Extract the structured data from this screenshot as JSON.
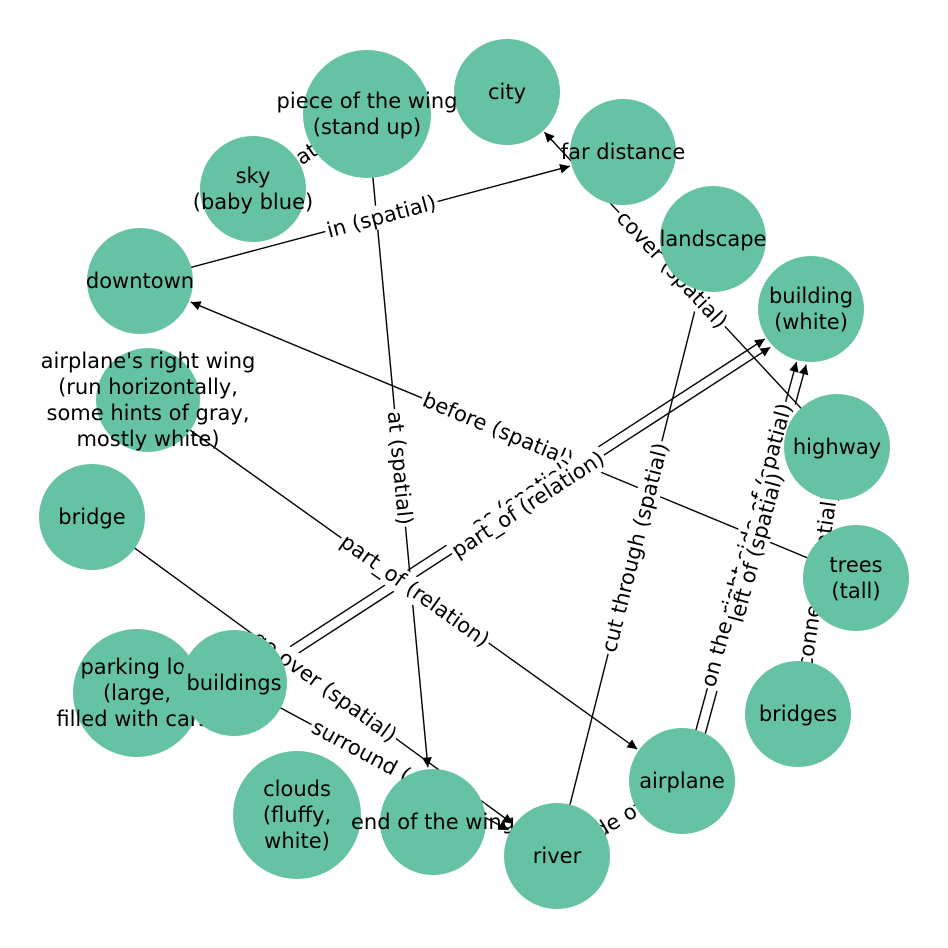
{
  "graph": {
    "nodes": [
      {
        "id": "city",
        "label": "city"
      },
      {
        "id": "piece_wing",
        "label": "piece of the wing\n(stand up)"
      },
      {
        "id": "far_distance",
        "label": "far distance"
      },
      {
        "id": "sky",
        "label": "sky\n(baby blue)"
      },
      {
        "id": "landscape",
        "label": "landscape"
      },
      {
        "id": "downtown",
        "label": "downtown"
      },
      {
        "id": "building_white",
        "label": "building\n(white)"
      },
      {
        "id": "right_wing",
        "label": "airplane's right wing\n(run horizontally,\nsome hints of gray,\nmostly white)"
      },
      {
        "id": "highway",
        "label": "highway"
      },
      {
        "id": "bridge",
        "label": "bridge"
      },
      {
        "id": "trees",
        "label": "trees\n(tall)"
      },
      {
        "id": "parking_lot",
        "label": "parking lot\n(large,\nfilled with cars)"
      },
      {
        "id": "buildings",
        "label": "buildings"
      },
      {
        "id": "bridges",
        "label": "bridges"
      },
      {
        "id": "clouds",
        "label": "clouds\n(fluffy,\nwhite)"
      },
      {
        "id": "airplane",
        "label": "airplane"
      },
      {
        "id": "end_wing",
        "label": "end of the wing"
      },
      {
        "id": "river",
        "label": "river"
      }
    ],
    "edges": [
      {
        "from": "sky",
        "to": "piece_wing",
        "label": "spatial)"
      },
      {
        "from": "downtown",
        "to": "far_distance",
        "label": "in (spatial)"
      },
      {
        "from": "highway",
        "to": "city",
        "label": "cover (spatial)"
      },
      {
        "from": "trees",
        "to": "downtown",
        "label": "before (spatial)"
      },
      {
        "from": "piece_wing",
        "to": "end_wing",
        "label": "at (spatial)"
      },
      {
        "from": "buildings",
        "to": "building_white",
        "label": "as (spatial)"
      },
      {
        "from": "buildings",
        "to": "building_white",
        "label": "part_of (relation)"
      },
      {
        "from": "right_wing",
        "to": "airplane",
        "label": "part_of (relation)"
      },
      {
        "from": "river",
        "to": "landscape",
        "label": "cut through (spatial)"
      },
      {
        "from": "airplane",
        "to": "building_white",
        "label": "on the right side of (spatial)"
      },
      {
        "from": "bridges",
        "to": "highway",
        "label": "connect (spatial)"
      },
      {
        "from": "airplane",
        "to": "building_white",
        "label": "left of (spatial)"
      },
      {
        "from": "bridge",
        "to": "river",
        "label": "go over (spatial)"
      },
      {
        "from": "buildings",
        "to": "river",
        "label": "surround (spatial)"
      },
      {
        "from": "river",
        "to": "airplane",
        "label": "on the side of (spatial)"
      }
    ]
  }
}
